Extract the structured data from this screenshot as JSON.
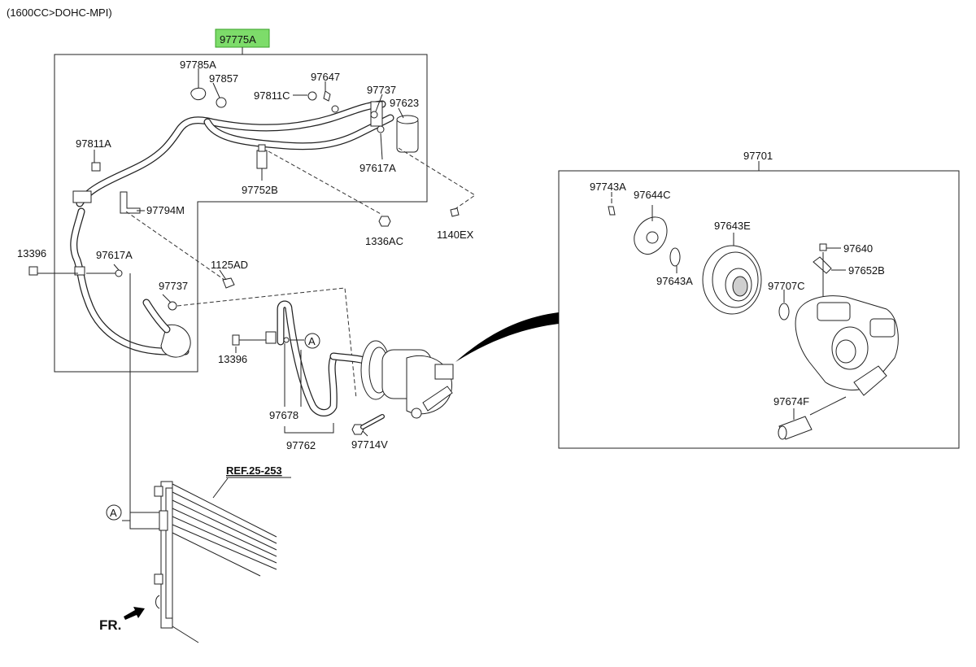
{
  "header": {
    "engine_note": "(1600CC>DOHC-MPI)"
  },
  "highlight": {
    "label": "97775A",
    "color": "#7ddc6a"
  },
  "labels": {
    "p97785A": "97785A",
    "p97857": "97857",
    "p97647": "97647",
    "p97811C": "97811C",
    "p97737_top": "97737",
    "p97623": "97623",
    "p97811A": "97811A",
    "p97617A_top": "97617A",
    "p97752B": "97752B",
    "p97794M": "97794M",
    "p1336AC": "1336AC",
    "p1140EX": "1140EX",
    "p13396_left": "13396",
    "p97617A_left": "97617A",
    "p1125AD": "1125AD",
    "p97737_mid": "97737",
    "p13396_mid": "13396",
    "p97678": "97678",
    "p97762": "97762",
    "p97714V": "97714V",
    "p97701": "97701",
    "p97743A": "97743A",
    "p97644C": "97644C",
    "p97643E": "97643E",
    "p97640": "97640",
    "p97643A": "97643A",
    "p97652B": "97652B",
    "p97707C": "97707C",
    "p97674F": "97674F"
  },
  "ref": {
    "label": "REF.25-253"
  },
  "front": {
    "label": "FR."
  },
  "connector_letter": "A"
}
